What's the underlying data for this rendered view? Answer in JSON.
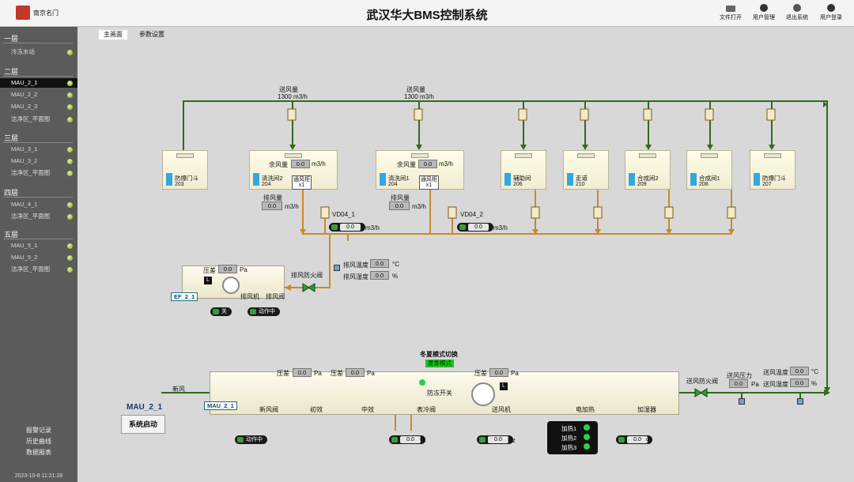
{
  "header": {
    "logo_text": "南京名门",
    "title": "武汉华大BMS控制系统",
    "buttons": [
      {
        "label": "文件打开",
        "icon": "folder-icon"
      },
      {
        "label": "用户管理",
        "icon": "user-manage-icon"
      },
      {
        "label": "退出系统",
        "icon": "exit-icon"
      },
      {
        "label": "用户登录",
        "icon": "user-login-icon"
      }
    ]
  },
  "sidebar": {
    "groups": [
      {
        "label": "一层",
        "items": [
          {
            "label": "冷冻水站"
          }
        ]
      },
      {
        "label": "二层",
        "items": [
          {
            "label": "MAU_2_1"
          },
          {
            "label": "MAU_2_2"
          },
          {
            "label": "MAU_2_3"
          },
          {
            "label": "洁净区_平面图"
          }
        ]
      },
      {
        "label": "三层",
        "items": [
          {
            "label": "MAU_3_1"
          },
          {
            "label": "MAU_3_2"
          },
          {
            "label": "洁净区_平面图"
          }
        ]
      },
      {
        "label": "四层",
        "items": [
          {
            "label": "MAU_4_1"
          },
          {
            "label": "洁净区_平面图"
          }
        ]
      },
      {
        "label": "五层",
        "items": [
          {
            "label": "MAU_5_1"
          },
          {
            "label": "MAU_5_2"
          },
          {
            "label": "洁净区_平面图"
          }
        ]
      }
    ],
    "active": "MAU_2_1",
    "bottom": [
      "报警记录",
      "历史曲线",
      "数据报表"
    ],
    "clock": "2023-10-8  11:21:28"
  },
  "tabs": [
    "主画面",
    "参数设置"
  ],
  "supply_air": {
    "label": "送风量",
    "value": "1300",
    "unit": "m3/h"
  },
  "rooms": [
    {
      "name": "防爆门斗",
      "num": "203"
    },
    {
      "name": "清洗间2",
      "num": "204"
    },
    {
      "name": "清洗间1",
      "num": "204"
    },
    {
      "name": "辅助间",
      "num": "206"
    },
    {
      "name": "走道",
      "num": "210"
    },
    {
      "name": "合成间2",
      "num": "209"
    },
    {
      "name": "合成间1",
      "num": "208"
    },
    {
      "name": "防爆门斗",
      "num": "207"
    }
  ],
  "hood": {
    "label": "通风柜",
    "count": "x1"
  },
  "residual": {
    "label": "余风量",
    "value": "0.0",
    "unit": "m3/h"
  },
  "exhaust_flow": {
    "label": "排风量",
    "value": "0.0",
    "unit": "m3/h"
  },
  "vd1": {
    "label": "VD04_1",
    "value": "0.0",
    "unit": "m3/h"
  },
  "vd2": {
    "label": "VD04_2",
    "value": "0.0",
    "unit": "m3/h"
  },
  "ef": {
    "tag": "EF_2_1",
    "pressure_label": "压差",
    "pressure": "0.0",
    "pressure_unit": "Pa",
    "fan_label": "排风机",
    "valve_label": "排风阀",
    "mode": "L",
    "status_off": "关",
    "status_run": "动作中",
    "fire_valve": "排风防火阀",
    "temp_label": "排风温度",
    "temp": "0.0",
    "temp_unit": "°C",
    "hum_label": "排风湿度",
    "hum": "0.0",
    "hum_unit": "%"
  },
  "mau": {
    "tag": "MAU_2_1",
    "title": "MAU_2_1",
    "start_btn": "系统启动",
    "fresh_air": "新风",
    "season_label": "冬夏模式切换",
    "season_value": "夏季模式",
    "pressure_label": "压差",
    "p1": "0.0",
    "p2": "0.0",
    "p3": "0.0",
    "p_unit": "Pa",
    "sections": [
      "新风阀",
      "初效",
      "中效",
      "表冷阀",
      "送风机",
      "电加热",
      "加湿器"
    ],
    "antifreeze": "防冻开关",
    "mode": "L",
    "run_status": "动作中",
    "cool_valve": "0.0",
    "cool_unit": "%",
    "freq": "0.0",
    "freq_unit": "Hz",
    "heaters": [
      "加热1",
      "加热2",
      "加热3"
    ],
    "humid": "0.0",
    "humid_unit": "%",
    "supply_fire_valve": "送风防火阀",
    "sp_label": "送风压力",
    "sp": "0.0",
    "sp_unit": "Pa",
    "st_label": "送风温度",
    "st": "0.0",
    "st_unit": "°C",
    "sh_label": "送风湿度",
    "sh": "0.0",
    "sh_unit": "%"
  },
  "colors": {
    "supply": "#2f6b1d",
    "exhaust": "#c9892a"
  }
}
